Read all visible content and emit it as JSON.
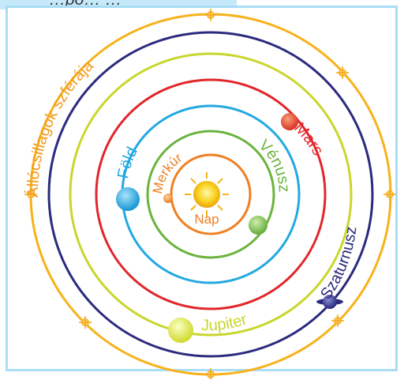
{
  "caption": "…po… …",
  "labels": {
    "sphere": "Állócsillagok szférája",
    "saturn": "Szaturnusz",
    "jupiter": "Jupiter",
    "mars": "Mars",
    "venus": "Vénusz",
    "earth": "Föld",
    "mercury": "Merkúr",
    "sun": "Nap"
  },
  "colors": {
    "sphere": "#f7b21a",
    "saturn": "#2b2a7e",
    "jupiter": "#c9d62d",
    "mars": "#e2262b",
    "earth": "#23a9e1",
    "venus": "#6cb33e",
    "mercury": "#f07f22",
    "sun": "#f7c51b"
  }
}
